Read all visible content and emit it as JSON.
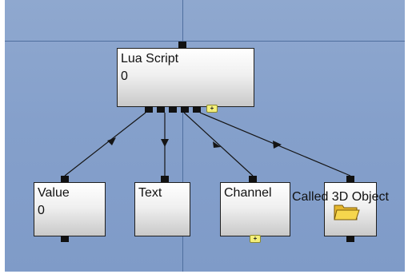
{
  "nodes": {
    "lua": {
      "title": "Lua Script",
      "value": "0"
    },
    "value": {
      "title": "Value",
      "value": "0"
    },
    "text": {
      "title": "Text"
    },
    "channel": {
      "title": "Channel"
    },
    "object": {
      "title": "Called 3D Object"
    }
  },
  "plus_badge": "+",
  "colors": {
    "canvas": "#85a0cb",
    "guide": "#4f6f9f",
    "node_border": "#202020",
    "port": "#111111",
    "plus": "#f4ef7a",
    "folder": "#f6d64d"
  },
  "icons": [
    "folder-icon"
  ]
}
